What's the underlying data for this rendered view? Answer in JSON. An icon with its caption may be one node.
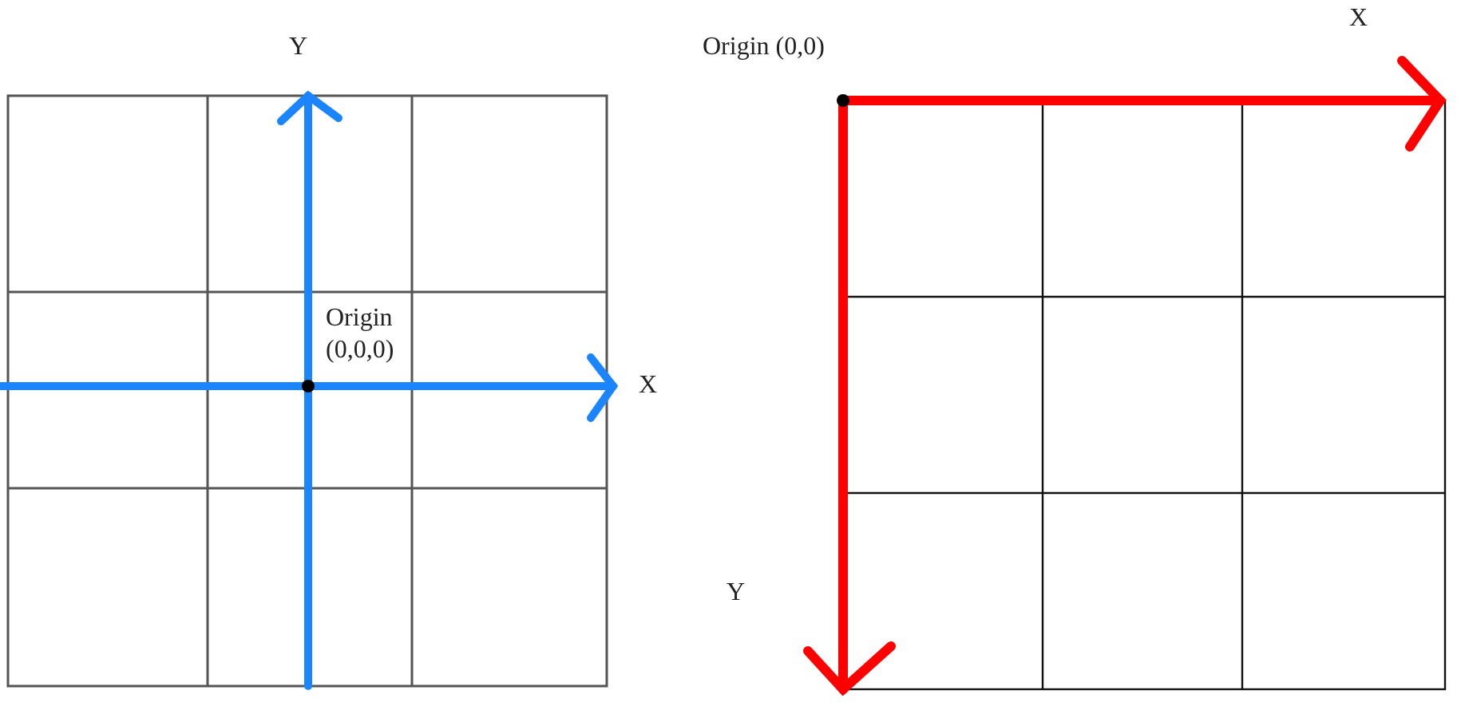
{
  "diagram": {
    "labels": [
      "Y",
      "Origin (0,0,0)",
      "X",
      "Origin (0,0)",
      "X",
      "Y"
    ]
  }
}
